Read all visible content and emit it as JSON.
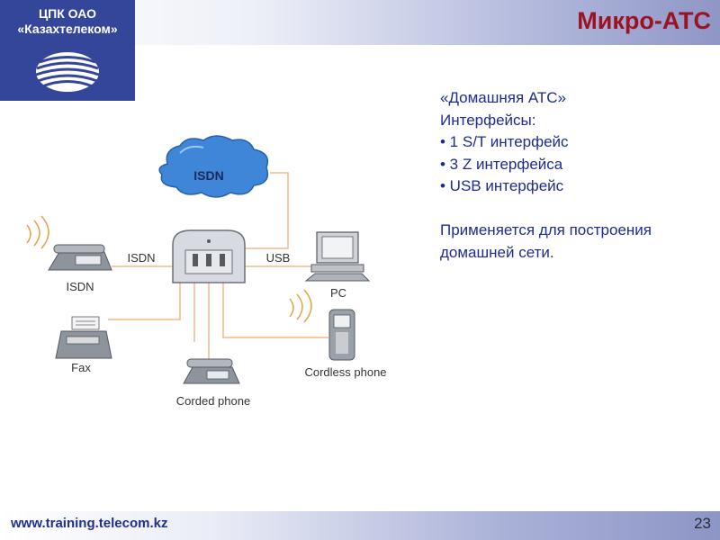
{
  "header": {
    "org_line1": "ЦПК ОАО",
    "org_line2": "«Казахтелеком»",
    "title": "Микро-АТС"
  },
  "info": {
    "line1": "«Домашняя АТС»",
    "line2": "Интерфейсы:",
    "bullet1": "• 1 S/T интерфейс",
    "bullet2": "• 3 Z интерфейса",
    "bullet3": "• USB интерфейс",
    "para_line1": "Применяется для построения",
    "para_line2": "домашней сети."
  },
  "diagram": {
    "cloud_label": "ISDN",
    "link_isdn": "ISDN",
    "link_usb": "USB",
    "isdn_phone": "ISDN",
    "pc": "PC",
    "fax": "Fax",
    "corded_phone": "Corded phone",
    "cordless_phone": "Cordless phone"
  },
  "footer": {
    "url": "www.training.telecom.kz",
    "page": "23"
  },
  "colors": {
    "brand_blue": "#34469a",
    "title_red": "#9b1323",
    "text_blue": "#1e2b8f",
    "line_orange": "#f2b98a",
    "cloud_blue": "#3f86d8"
  }
}
